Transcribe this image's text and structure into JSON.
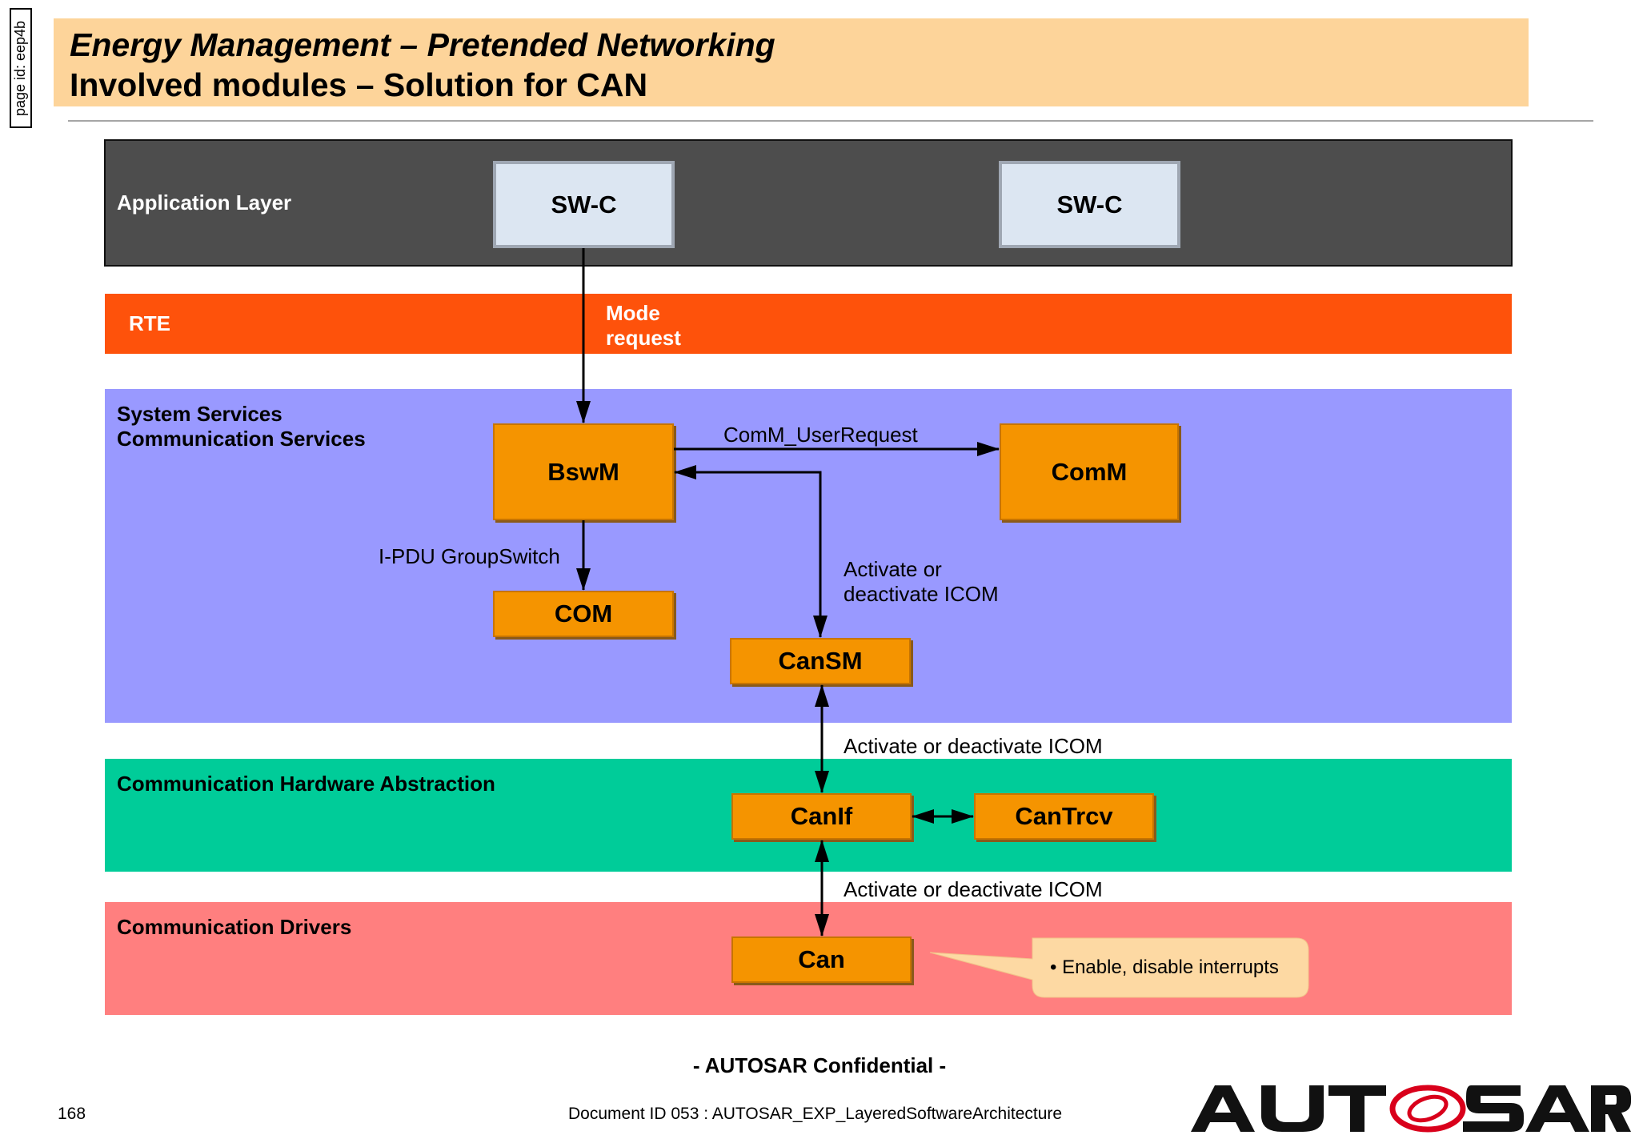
{
  "page_id": "page id: eep4b",
  "title": {
    "line1": "Energy Management – Pretended Networking",
    "line2": "Involved modules – Solution for CAN"
  },
  "layers": {
    "application": "Application Layer",
    "rte": "RTE",
    "system_services_line1": "System Services",
    "system_services_line2": "Communication Services",
    "hw_abstraction": "Communication Hardware Abstraction",
    "drivers": "Communication Drivers"
  },
  "modules": {
    "swc1": "SW-C",
    "swc2": "SW-C",
    "bswm": "BswM",
    "comm": "ComM",
    "com": "COM",
    "cansm": "CanSM",
    "canif": "CanIf",
    "cantrcv": "CanTrcv",
    "can": "Can"
  },
  "arrow_labels": {
    "mode_request_line1": "Mode",
    "mode_request_line2": "request",
    "user_request": "ComM_UserRequest",
    "ipdu_group_switch": "I-PDU GroupSwitch",
    "activate_line1": "Activate or",
    "activate_line2": "deactivate ICOM",
    "activate_cansm_canif": "Activate or deactivate ICOM",
    "activate_canif_can": "Activate or deactivate ICOM"
  },
  "callout": "•  Enable, disable interrupts",
  "footer": {
    "confidential": "- AUTOSAR Confidential -",
    "page_number": "168",
    "document_id": "Document ID 053 : AUTOSAR_EXP_LayeredSoftwareArchitecture",
    "logo_text": "AUTOSAR"
  },
  "colors": {
    "title_band": "#fdd49a",
    "application_layer": "#4d4d4d",
    "rte": "#fe520b",
    "system_services": "#9999ff",
    "hw_abstraction": "#00cc99",
    "drivers": "#ff7f7f",
    "module": "#f59400",
    "swc": "#dce6f2",
    "callout": "#fdd9a3"
  }
}
